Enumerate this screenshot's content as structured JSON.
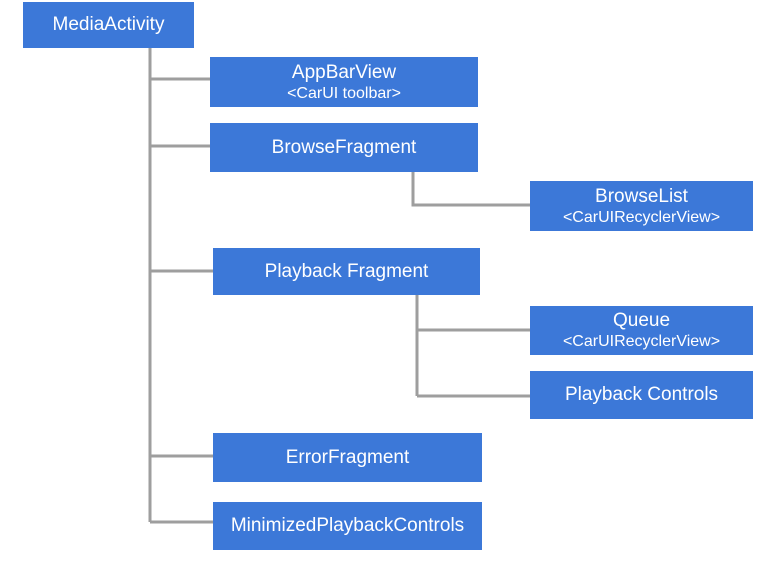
{
  "diagram": {
    "type": "tree",
    "colors": {
      "node_fill": "#3c78d8",
      "node_text": "#ffffff",
      "connector_line": "#9e9e9e",
      "background": "#ffffff"
    },
    "nodes": [
      {
        "title": "MediaActivity",
        "subtitle": "",
        "parent": null
      },
      {
        "title": "AppBarView",
        "subtitle": "<CarUI toolbar>",
        "parent": "MediaActivity"
      },
      {
        "title": "BrowseFragment",
        "subtitle": "",
        "parent": "MediaActivity"
      },
      {
        "title": "BrowseList",
        "subtitle": "<CarUIRecyclerView>",
        "parent": "BrowseFragment"
      },
      {
        "title": "Playback Fragment",
        "subtitle": "",
        "parent": "MediaActivity"
      },
      {
        "title": "Queue",
        "subtitle": "<CarUIRecyclerView>",
        "parent": "Playback Fragment"
      },
      {
        "title": "Playback Controls",
        "subtitle": "",
        "parent": "Playback Fragment"
      },
      {
        "title": "ErrorFragment",
        "subtitle": "",
        "parent": "MediaActivity"
      },
      {
        "title": "MinimizedPlaybackControls",
        "subtitle": "",
        "parent": "MediaActivity"
      }
    ]
  }
}
